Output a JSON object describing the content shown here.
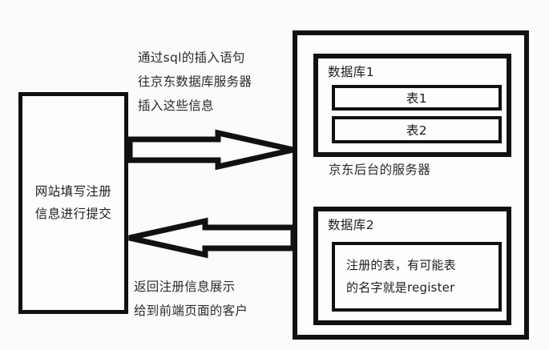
{
  "diagram": {
    "background_color": "#fbfbfa",
    "stroke_color": "#111111",
    "text_color": "#20201f"
  },
  "client_box": {
    "lines": [
      "网站填写注册",
      "信息进行提交"
    ]
  },
  "flows": {
    "request": {
      "direction": "right",
      "annotation_lines": [
        "通过sql的插入语句",
        "往京东数据库服务器",
        "插入这些信息"
      ]
    },
    "response": {
      "direction": "left",
      "annotation_lines": [
        "返回注册信息展示",
        "给到前端页面的客户"
      ]
    }
  },
  "server_panel": {
    "caption": "京东后台的服务器",
    "databases": [
      {
        "title": "数据库1",
        "tables": [
          {
            "label": "表1"
          },
          {
            "label": "表2"
          }
        ]
      },
      {
        "title": "数据库2",
        "note_lines": [
          "注册的表，有可能表",
          "的名字就是register"
        ]
      }
    ]
  }
}
